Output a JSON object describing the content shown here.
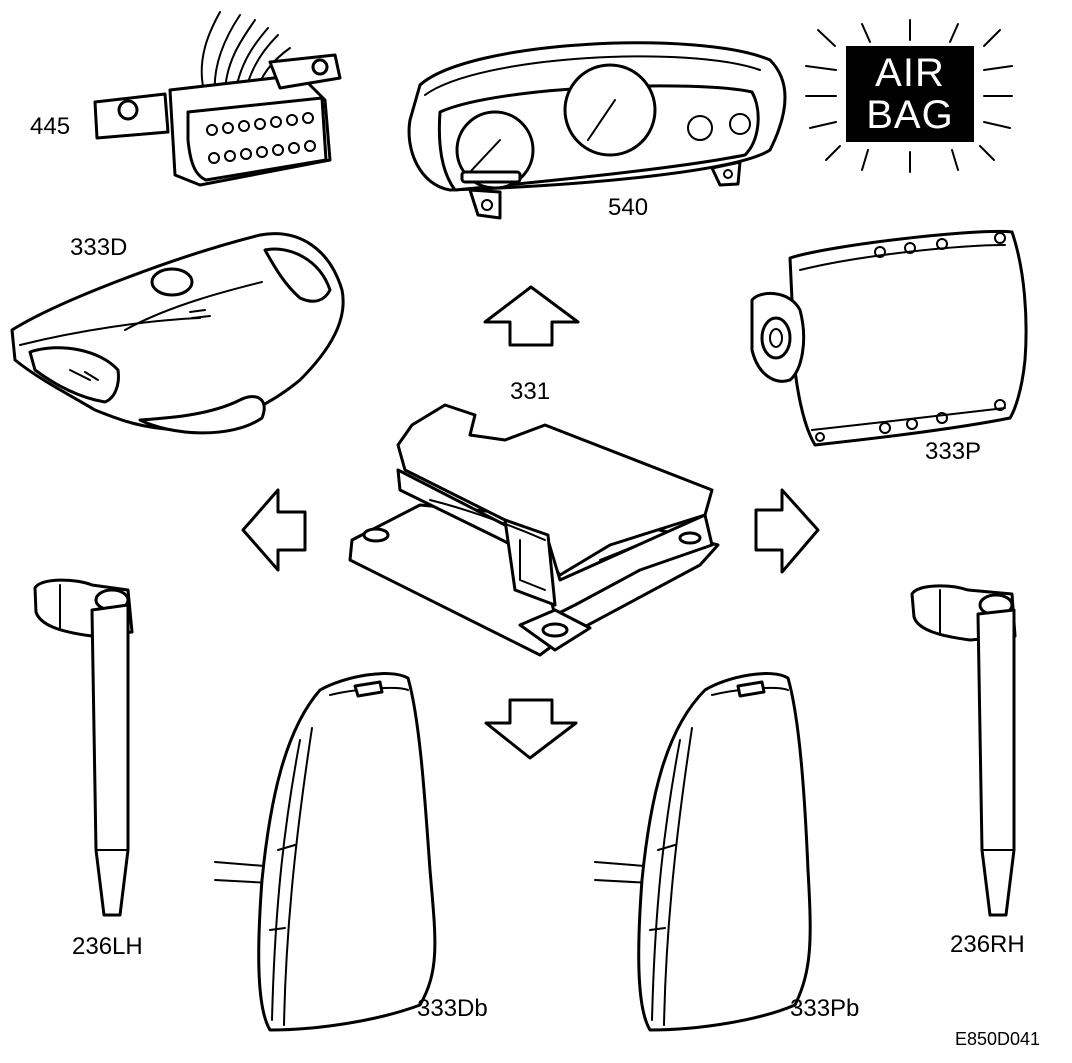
{
  "diagram": {
    "components": {
      "diag_connector": "445",
      "instrument_cluster": "540",
      "driver_airbag": "333D",
      "passenger_airbag": "333P",
      "control_module": "331",
      "side_sensor_left": "236LH",
      "side_sensor_right": "236RH",
      "driver_side_airbag": "333Db",
      "passenger_side_airbag": "333Pb"
    },
    "warning_lamp": {
      "line1": "AIR",
      "line2": "BAG"
    },
    "figure_code": "E850D041"
  }
}
